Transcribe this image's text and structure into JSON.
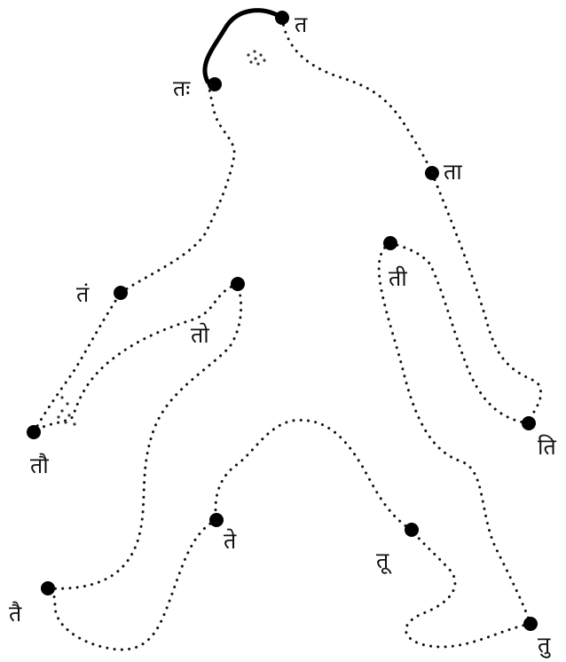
{
  "puzzle": {
    "type": "connect-the-dots",
    "line_color": "#111111",
    "dot_color": "#000000",
    "background": "#ffffff",
    "dots": [
      {
        "id": "ta",
        "label": "त"
      },
      {
        "id": "taa",
        "label": "ता"
      },
      {
        "id": "ti",
        "label": "ति"
      },
      {
        "id": "tii",
        "label": "ती"
      },
      {
        "id": "tu",
        "label": "तु"
      },
      {
        "id": "tuu",
        "label": "तू"
      },
      {
        "id": "te",
        "label": "ते"
      },
      {
        "id": "tai",
        "label": "तै"
      },
      {
        "id": "to",
        "label": "तो"
      },
      {
        "id": "tau",
        "label": "तौ"
      },
      {
        "id": "tam",
        "label": "तं"
      },
      {
        "id": "tah",
        "label": "तः"
      }
    ]
  }
}
